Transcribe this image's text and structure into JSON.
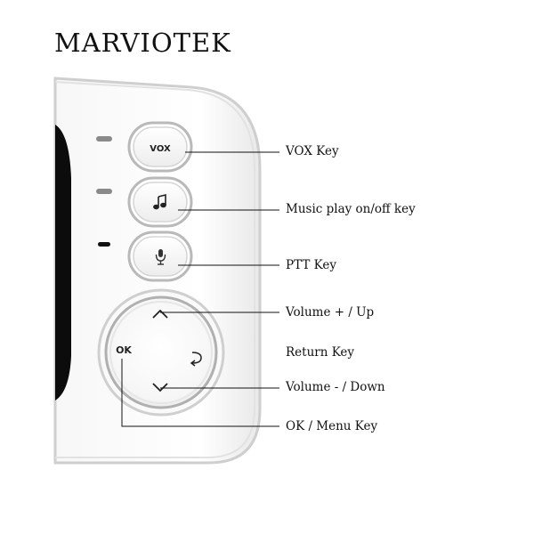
{
  "brand": "MARVIOTEK",
  "buttons": {
    "vox_label": "VOX",
    "ok_label": "OK"
  },
  "callouts": [
    {
      "id": "vox",
      "text": "VOX Key"
    },
    {
      "id": "music",
      "text": "Music play on/off key"
    },
    {
      "id": "ptt",
      "text": "PTT Key"
    },
    {
      "id": "vol-up",
      "text": "Volume + / Up"
    },
    {
      "id": "return",
      "text": "Return Key"
    },
    {
      "id": "vol-down",
      "text": "Volume - / Down"
    },
    {
      "id": "ok-menu",
      "text": "OK / Menu Key"
    }
  ],
  "icons": [
    "music-note-icon",
    "microphone-icon",
    "chevron-up-icon",
    "chevron-down-icon",
    "return-arrow-icon"
  ]
}
